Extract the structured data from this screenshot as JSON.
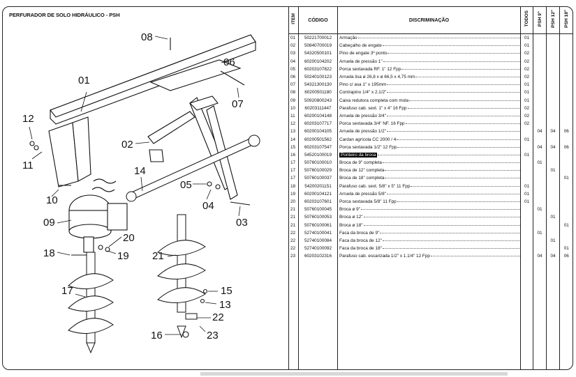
{
  "diagram_title": "PERFURADOR DE SOLO HIDRÁULICO - PSH",
  "callouts": [
    "08",
    "01",
    "06",
    "07",
    "12",
    "11",
    "02",
    "14",
    "10",
    "05",
    "04",
    "03",
    "09",
    "20",
    "18",
    "19",
    "21",
    "17",
    "15",
    "13",
    "22",
    "16",
    "23"
  ],
  "table": {
    "headers": {
      "item": "ITEM",
      "code": "CÓDIGO",
      "desc": "DISCRIMINAÇÃO",
      "todos": "TODOS",
      "psh9": "PSH 9\"",
      "psh12": "PSH 12\"",
      "psh18": "PSH 18\""
    },
    "rows": [
      {
        "item": "01",
        "code": "50221700012",
        "desc": "Armação",
        "todos": "01",
        "p9": "",
        "p12": "",
        "p18": ""
      },
      {
        "item": "02",
        "code": "50840700019",
        "desc": "Cabeçalho de engate",
        "todos": "01",
        "p9": "",
        "p12": "",
        "p18": ""
      },
      {
        "item": "03",
        "code": "54320500101",
        "desc": "Pino de engate 3º ponto",
        "todos": "02",
        "p9": "",
        "p12": "",
        "p18": ""
      },
      {
        "item": "04",
        "code": "60200104202",
        "desc": "Arruela de pressão 1\"",
        "todos": "02",
        "p9": "",
        "p12": "",
        "p18": ""
      },
      {
        "item": "05",
        "code": "60203107822",
        "desc": "Porca sextavada RF. 1\" 12 Fpp",
        "todos": "02",
        "p9": "",
        "p12": "",
        "p18": ""
      },
      {
        "item": "06",
        "code": "50240100123",
        "desc": "Arruela lisa ø 26,8 x ø 66,5 x 4,75 mm",
        "todos": "02",
        "p9": "",
        "p12": "",
        "p18": ""
      },
      {
        "item": "07",
        "code": "54321300130",
        "desc": "Pino c/ asa 1\" x 195mm",
        "todos": "01",
        "p9": "",
        "p12": "",
        "p18": ""
      },
      {
        "item": "08",
        "code": "60200501180",
        "desc": "Contrapino 1/4\" x 2.1/2\"",
        "todos": "01",
        "p9": "",
        "p12": "",
        "p18": ""
      },
      {
        "item": "09",
        "code": "50920800243",
        "desc": "Caixa redutora completa com mola",
        "todos": "01",
        "p9": "",
        "p12": "",
        "p18": ""
      },
      {
        "item": "10",
        "code": "60203111447",
        "desc": "Parafuso cab. sext. 1\" x 4\" 16 Fpp",
        "todos": "02",
        "p9": "",
        "p12": "",
        "p18": ""
      },
      {
        "item": "11",
        "code": "60200104148",
        "desc": "Arruela de pressão 3/4\"",
        "todos": "02",
        "p9": "",
        "p12": "",
        "p18": ""
      },
      {
        "item": "12",
        "code": "60203107717",
        "desc": "Porca sextavada 3/4\" NF. 16 Fpp",
        "todos": "02",
        "p9": "",
        "p12": "",
        "p18": ""
      },
      {
        "item": "13",
        "code": "60200104105",
        "desc": "Arruela de pressão 1/2\"",
        "todos": "",
        "p9": "04",
        "p12": "04",
        "p18": "06"
      },
      {
        "item": "14",
        "code": "60200501562",
        "desc": "Cardan agrícola CC 2000 / 4",
        "todos": "01",
        "p9": "",
        "p12": "",
        "p18": ""
      },
      {
        "item": "15",
        "code": "60203107547",
        "desc": "Porca sextavada 1/2\" 12 Fpp",
        "todos": "",
        "p9": "04",
        "p12": "04",
        "p18": "06"
      },
      {
        "item": "16",
        "code": "54520100019",
        "desc": "Ponteiro da broca",
        "todos": "01",
        "p9": "",
        "p12": "",
        "p18": "",
        "hl": true
      },
      {
        "item": "17",
        "code": "50760100010",
        "desc": "Broca de 9\" completa",
        "todos": "",
        "p9": "01",
        "p12": "",
        "p18": ""
      },
      {
        "item": "17",
        "code": "50760100029",
        "desc": "Broca de 12\" completa",
        "todos": "",
        "p9": "",
        "p12": "01",
        "p18": ""
      },
      {
        "item": "17",
        "code": "50760100037",
        "desc": "Broca de 18\" completa",
        "todos": "",
        "p9": "",
        "p12": "",
        "p18": "01"
      },
      {
        "item": "18",
        "code": "54200201151",
        "desc": "Parafuso cab. sext. 5/8\" x 5\" 11 Fpp",
        "todos": "01",
        "p9": "",
        "p12": "",
        "p18": ""
      },
      {
        "item": "19",
        "code": "60200104121",
        "desc": "Arruela de pressão 5/8\"",
        "todos": "01",
        "p9": "",
        "p12": "",
        "p18": ""
      },
      {
        "item": "20",
        "code": "60203107601",
        "desc": "Porca sextavada 5/8\" 11 Fpp",
        "todos": "01",
        "p9": "",
        "p12": "",
        "p18": ""
      },
      {
        "item": "21",
        "code": "50760100045",
        "desc": "Broca ø 9\"",
        "todos": "",
        "p9": "01",
        "p12": "",
        "p18": ""
      },
      {
        "item": "21",
        "code": "50760100053",
        "desc": "Broca ø 12\"",
        "todos": "",
        "p9": "",
        "p12": "01",
        "p18": ""
      },
      {
        "item": "21",
        "code": "50760100061",
        "desc": "Broca ø 18\"",
        "todos": "",
        "p9": "",
        "p12": "",
        "p18": "01"
      },
      {
        "item": "22",
        "code": "52740100041",
        "desc": "Faca da broca de 9\"",
        "todos": "",
        "p9": "01",
        "p12": "",
        "p18": ""
      },
      {
        "item": "22",
        "code": "52740100084",
        "desc": "Faca da broca de 12\"",
        "todos": "",
        "p9": "",
        "p12": "01",
        "p18": ""
      },
      {
        "item": "22",
        "code": "52740100092",
        "desc": "Faca da broca de 18\"",
        "todos": "",
        "p9": "",
        "p12": "",
        "p18": "01"
      },
      {
        "item": "23",
        "code": "60203102316",
        "desc": "Parafuso cab. escarizada 1/2\" x 1.1/4\" 12 Fpp",
        "todos": "",
        "p9": "04",
        "p12": "04",
        "p18": "06"
      }
    ]
  }
}
